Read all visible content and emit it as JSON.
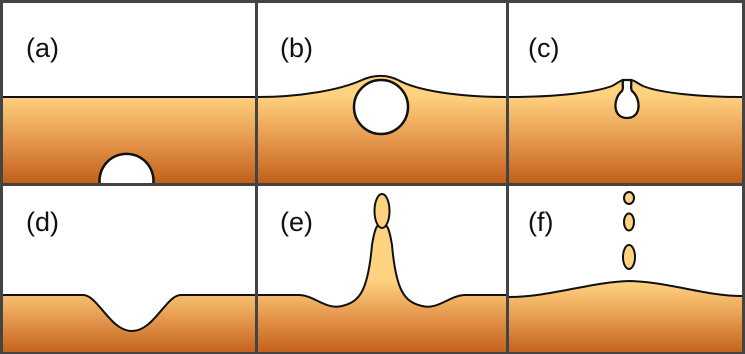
{
  "panels": [
    {
      "label": "(a)"
    },
    {
      "label": "(b)"
    },
    {
      "label": "(c)"
    },
    {
      "label": "(d)"
    },
    {
      "label": "(e)"
    },
    {
      "label": "(f)"
    }
  ],
  "colors": {
    "liquid_top": "#FFD27F",
    "liquid_bottom": "#C2601A",
    "outline": "#111111",
    "grid": "#444444",
    "background": "#FFFFFF"
  }
}
